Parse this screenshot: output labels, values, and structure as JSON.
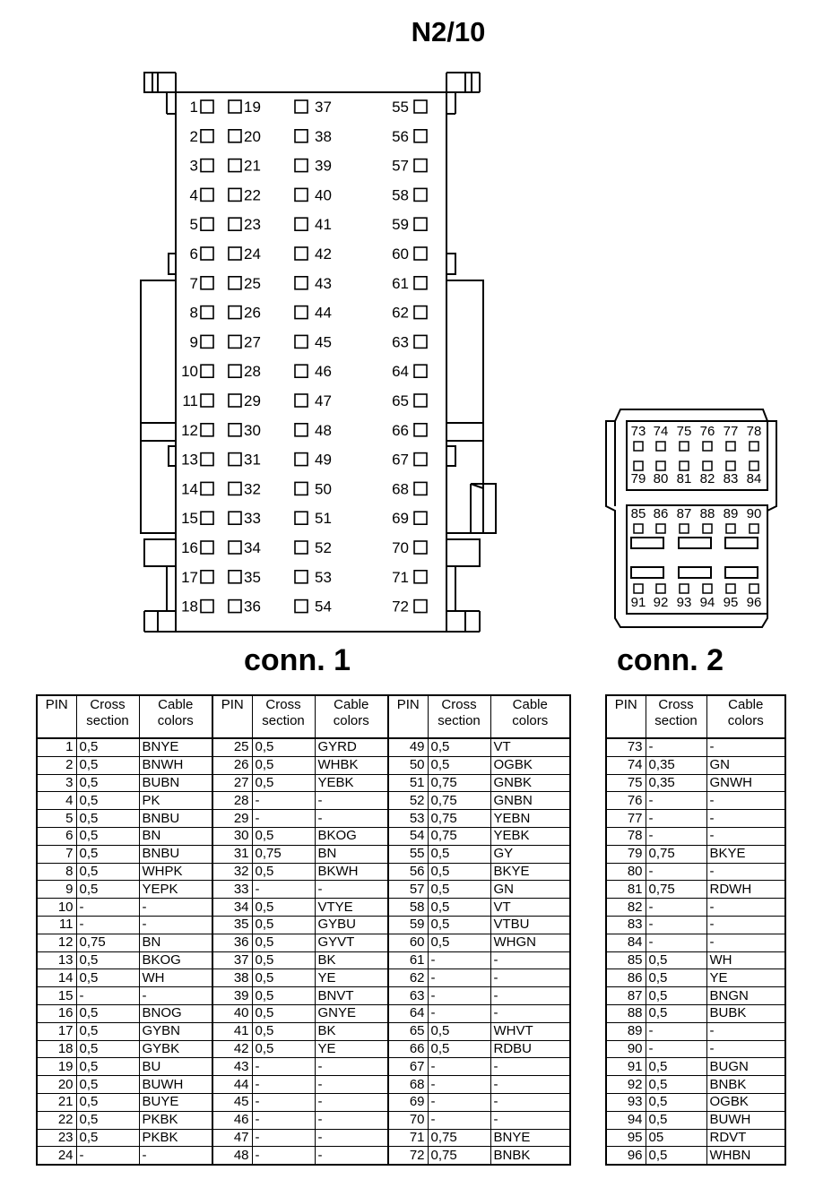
{
  "title": "N2/10",
  "conn1_label": "conn. 1",
  "conn2_label": "conn. 2",
  "headers": {
    "pin": "PIN",
    "cross1": "Cross",
    "cross2": "section",
    "cable1": "Cable",
    "cable2": "colors"
  },
  "conn1_pins": [
    [
      "1",
      "0,5",
      "BNYE"
    ],
    [
      "2",
      "0,5",
      "BNWH"
    ],
    [
      "3",
      "0,5",
      "BUBN"
    ],
    [
      "4",
      "0,5",
      "PK"
    ],
    [
      "5",
      "0,5",
      "BNBU"
    ],
    [
      "6",
      "0,5",
      "BN"
    ],
    [
      "7",
      "0,5",
      "BNBU"
    ],
    [
      "8",
      "0,5",
      "WHPK"
    ],
    [
      "9",
      "0,5",
      "YEPK"
    ],
    [
      "10",
      "-",
      "-"
    ],
    [
      "11",
      "-",
      "-"
    ],
    [
      "12",
      "0,75",
      "BN"
    ],
    [
      "13",
      "0,5",
      "BKOG"
    ],
    [
      "14",
      "0,5",
      "WH"
    ],
    [
      "15",
      "-",
      "-"
    ],
    [
      "16",
      "0,5",
      "BNOG"
    ],
    [
      "17",
      "0,5",
      "GYBN"
    ],
    [
      "18",
      "0,5",
      "GYBK"
    ],
    [
      "19",
      "0,5",
      "BU"
    ],
    [
      "20",
      "0,5",
      "BUWH"
    ],
    [
      "21",
      "0,5",
      "BUYE"
    ],
    [
      "22",
      "0,5",
      "PKBK"
    ],
    [
      "23",
      "0,5",
      "PKBK"
    ],
    [
      "24",
      "-",
      "-"
    ],
    [
      "25",
      "0,5",
      "GYRD"
    ],
    [
      "26",
      "0,5",
      "WHBK"
    ],
    [
      "27",
      "0,5",
      "YEBK"
    ],
    [
      "28",
      "-",
      "-"
    ],
    [
      "29",
      "-",
      "-"
    ],
    [
      "30",
      "0,5",
      "BKOG"
    ],
    [
      "31",
      "0,75",
      "BN"
    ],
    [
      "32",
      "0,5",
      "BKWH"
    ],
    [
      "33",
      "-",
      "-"
    ],
    [
      "34",
      "0,5",
      "VTYE"
    ],
    [
      "35",
      "0,5",
      "GYBU"
    ],
    [
      "36",
      "0,5",
      "GYVT"
    ],
    [
      "37",
      "0,5",
      "BK"
    ],
    [
      "38",
      "0,5",
      "YE"
    ],
    [
      "39",
      "0,5",
      "BNVT"
    ],
    [
      "40",
      "0,5",
      "GNYE"
    ],
    [
      "41",
      "0,5",
      "BK"
    ],
    [
      "42",
      "0,5",
      "YE"
    ],
    [
      "43",
      "-",
      "-"
    ],
    [
      "44",
      "-",
      "-"
    ],
    [
      "45",
      "-",
      "-"
    ],
    [
      "46",
      "-",
      "-"
    ],
    [
      "47",
      "-",
      "-"
    ],
    [
      "48",
      "-",
      "-"
    ],
    [
      "49",
      "0,5",
      "VT"
    ],
    [
      "50",
      "0,5",
      "OGBK"
    ],
    [
      "51",
      "0,75",
      "GNBK"
    ],
    [
      "52",
      "0,75",
      "GNBN"
    ],
    [
      "53",
      "0,75",
      "YEBN"
    ],
    [
      "54",
      "0,75",
      "YEBK"
    ],
    [
      "55",
      "0,5",
      "GY"
    ],
    [
      "56",
      "0,5",
      "BKYE"
    ],
    [
      "57",
      "0,5",
      "GN"
    ],
    [
      "58",
      "0,5",
      "VT"
    ],
    [
      "59",
      "0,5",
      "VTBU"
    ],
    [
      "60",
      "0,5",
      "WHGN"
    ],
    [
      "61",
      "-",
      "-"
    ],
    [
      "62",
      "-",
      "-"
    ],
    [
      "63",
      "-",
      "-"
    ],
    [
      "64",
      "-",
      "-"
    ],
    [
      "65",
      "0,5",
      "WHVT"
    ],
    [
      "66",
      "0,5",
      "RDBU"
    ],
    [
      "67",
      "-",
      "-"
    ],
    [
      "68",
      "-",
      "-"
    ],
    [
      "69",
      "-",
      "-"
    ],
    [
      "70",
      "-",
      "-"
    ],
    [
      "71",
      "0,75",
      "BNYE"
    ],
    [
      "72",
      "0,75",
      "BNBK"
    ]
  ],
  "conn2_pins": [
    [
      "73",
      "-",
      "-"
    ],
    [
      "74",
      "0,35",
      "GN"
    ],
    [
      "75",
      "0,35",
      "GNWH"
    ],
    [
      "76",
      "-",
      "-"
    ],
    [
      "77",
      "-",
      "-"
    ],
    [
      "78",
      "-",
      "-"
    ],
    [
      "79",
      "0,75",
      "BKYE"
    ],
    [
      "80",
      "-",
      "-"
    ],
    [
      "81",
      "0,75",
      "RDWH"
    ],
    [
      "82",
      "-",
      "-"
    ],
    [
      "83",
      "-",
      "-"
    ],
    [
      "84",
      "-",
      "-"
    ],
    [
      "85",
      "0,5",
      "WH"
    ],
    [
      "86",
      "0,5",
      "YE"
    ],
    [
      "87",
      "0,5",
      "BNGN"
    ],
    [
      "88",
      "0,5",
      "BUBK"
    ],
    [
      "89",
      "-",
      "-"
    ],
    [
      "90",
      "-",
      "-"
    ],
    [
      "91",
      "0,5",
      "BUGN"
    ],
    [
      "92",
      "0,5",
      "BNBK"
    ],
    [
      "93",
      "0,5",
      "OGBK"
    ],
    [
      "94",
      "0,5",
      "BUWH"
    ],
    [
      "95",
      "05",
      "RDVT"
    ],
    [
      "96",
      "0,5",
      "WHBN"
    ]
  ]
}
